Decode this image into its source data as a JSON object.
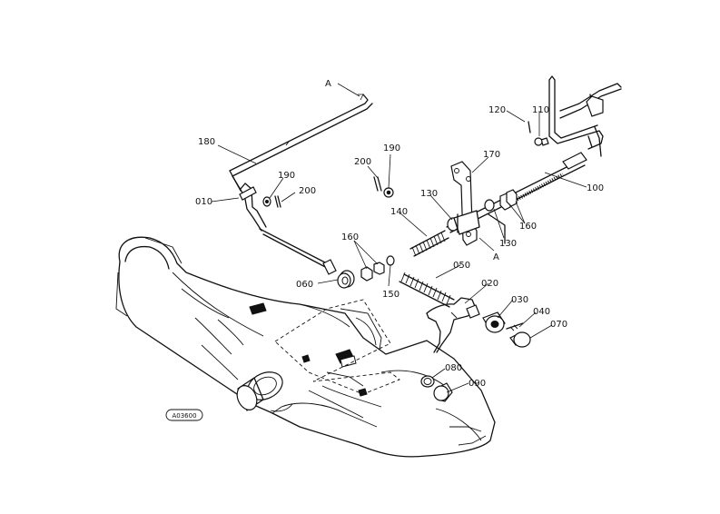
{
  "callouts": {
    "ref_a_top": "A",
    "ref_a_bottom": "A",
    "p180": "180",
    "p190_left": "190",
    "p200_left": "200",
    "p010": "010",
    "p200_top": "200",
    "p190_top": "190",
    "p170": "170",
    "p130_top": "130",
    "p140": "140",
    "p160_left": "160",
    "p150": "150",
    "p060": "060",
    "p050": "050",
    "p020": "020",
    "p030": "030",
    "p040": "040",
    "p070": "070",
    "p080": "080",
    "p090": "090",
    "p120": "120",
    "p110": "110",
    "p100": "100",
    "p160_right": "160",
    "p130_right": "130"
  },
  "stamp": {
    "code": "A03600"
  }
}
